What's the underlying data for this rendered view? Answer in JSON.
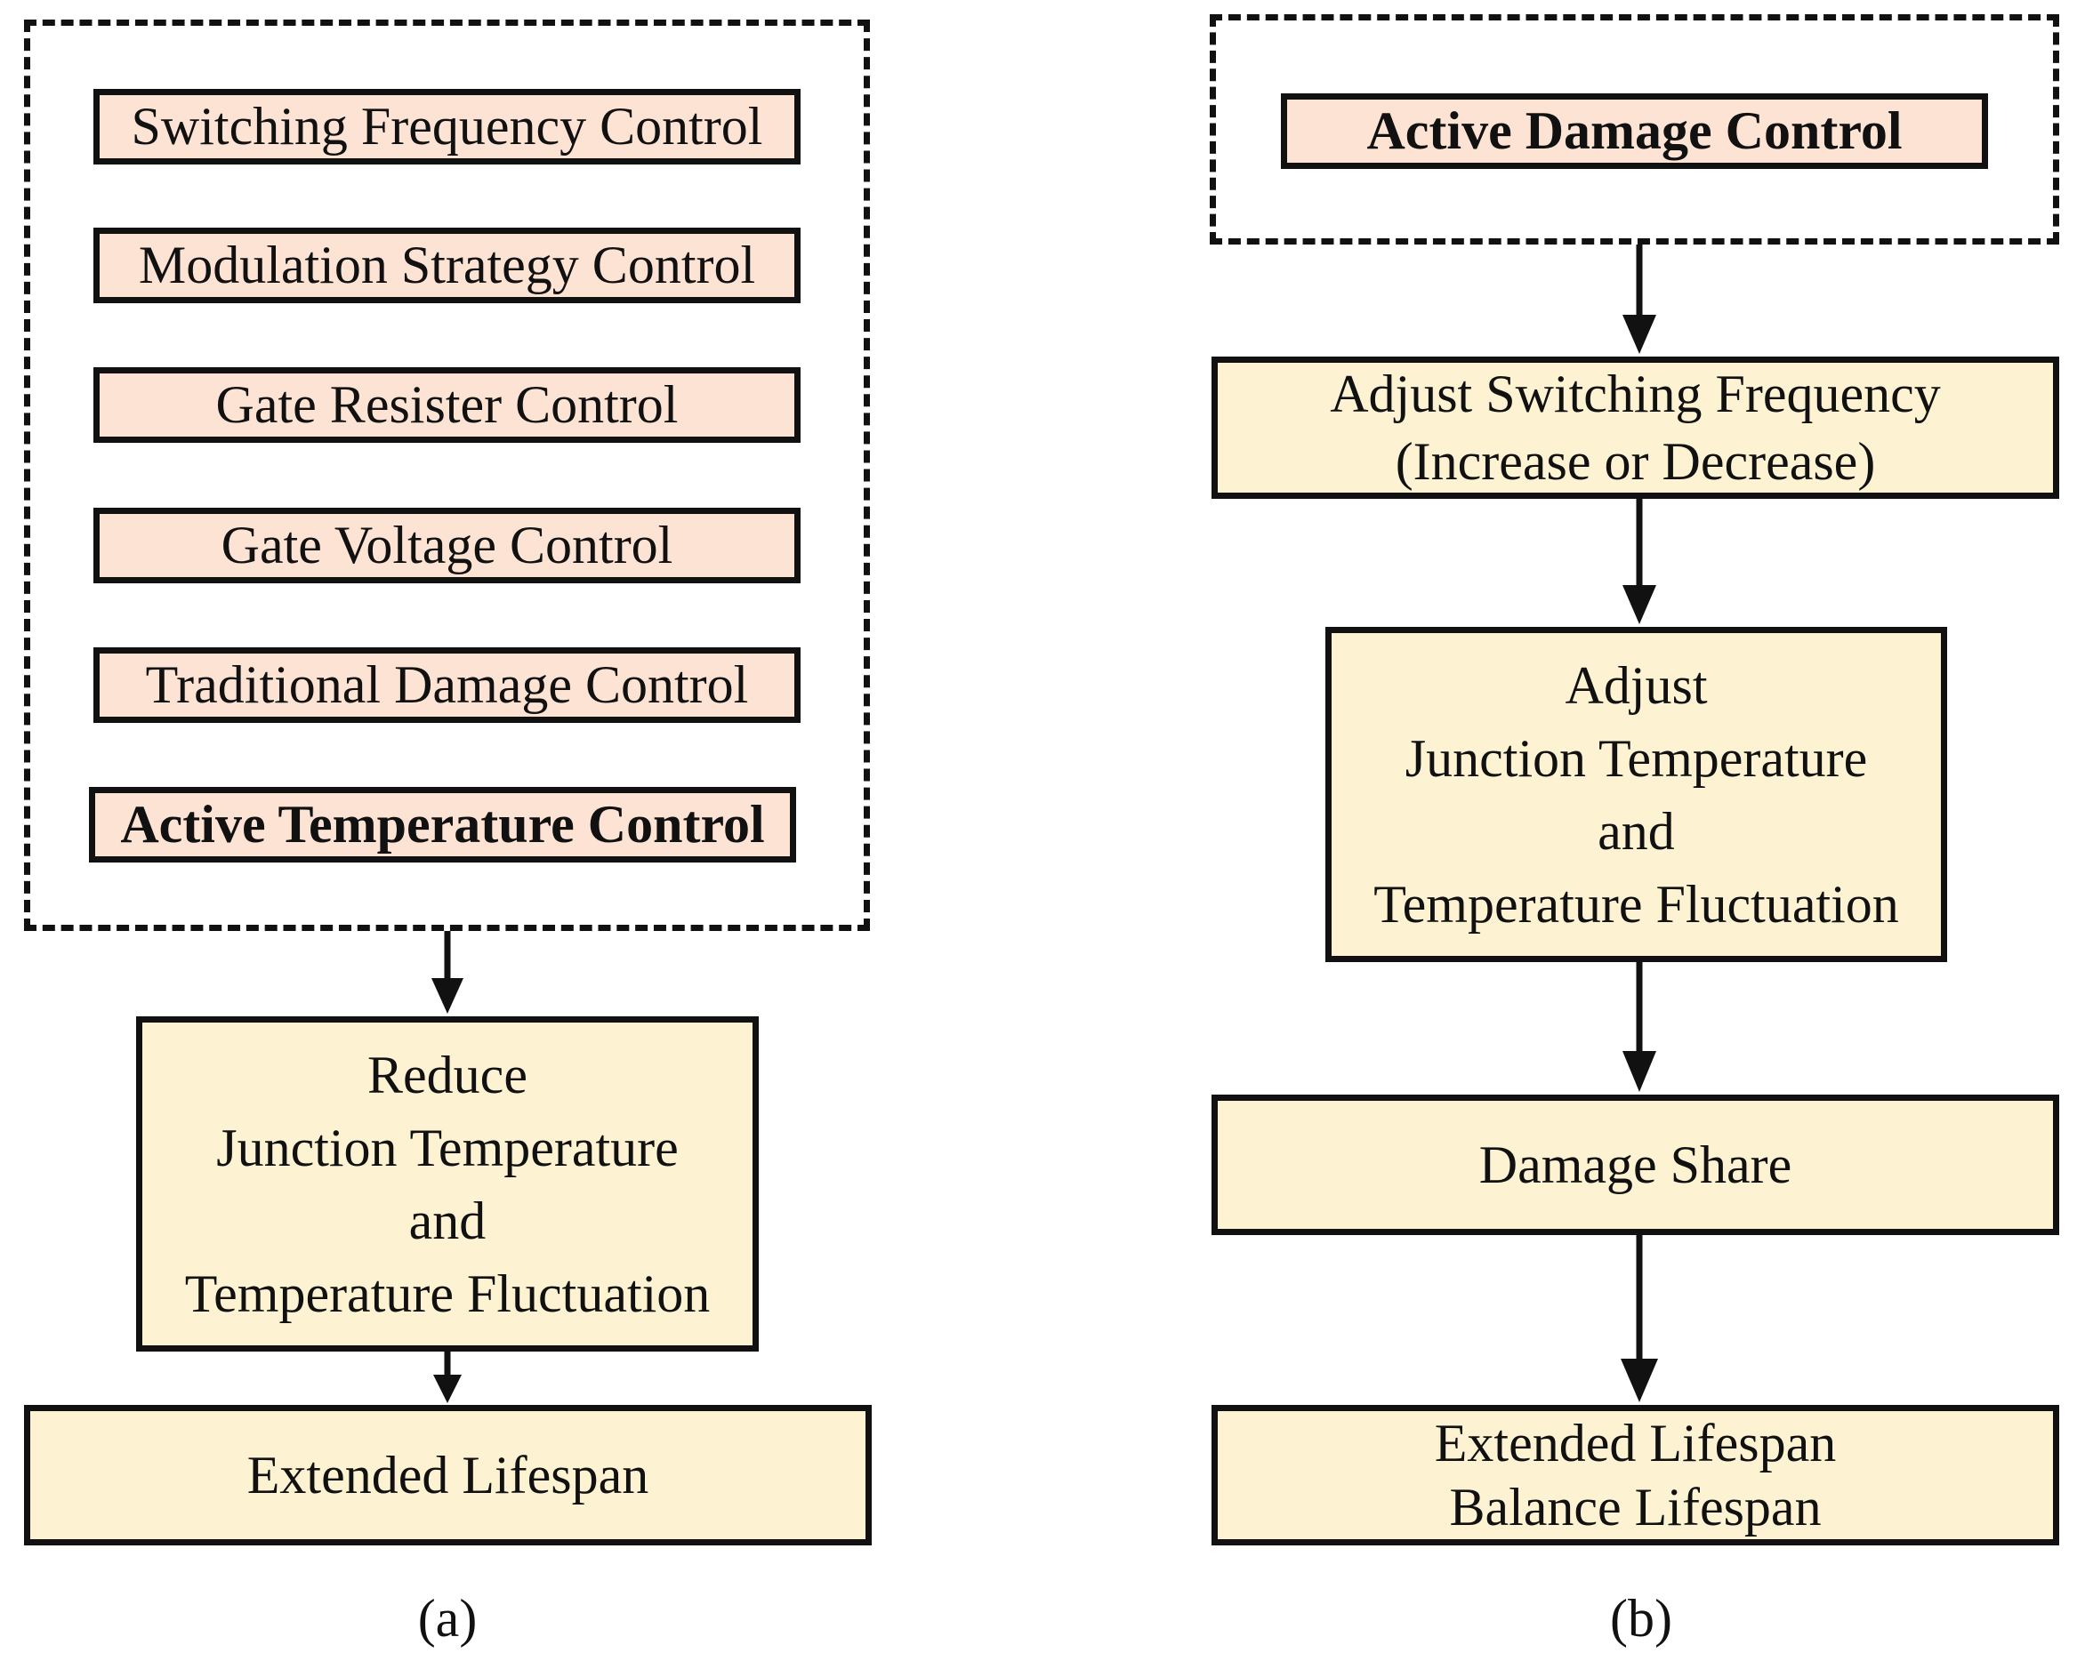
{
  "panel_a": {
    "methods": [
      "Switching Frequency Control",
      "Modulation Strategy Control",
      "Gate Resister Control",
      "Gate Voltage Control",
      "Traditional Damage Control",
      "Active Temperature Control"
    ],
    "reduce_box": [
      "Reduce",
      "Junction Temperature",
      "and",
      "Temperature Fluctuation"
    ],
    "result_box": "Extended Lifespan",
    "label": "(a)"
  },
  "panel_b": {
    "method": "Active Damage Control",
    "adjust_frequency_box": [
      "Adjust Switching Frequency",
      "(Increase or Decrease)"
    ],
    "adjust_temperature_box": [
      "Adjust",
      "Junction Temperature",
      "and",
      "Temperature Fluctuation"
    ],
    "damage_share_box": "Damage Share",
    "result_box": [
      "Extended Lifespan",
      "Balance Lifespan"
    ],
    "label": "(b)"
  },
  "colors": {
    "method_fill": "#fde3d4",
    "process_fill": "#fdf3d3",
    "line": "#111111"
  }
}
